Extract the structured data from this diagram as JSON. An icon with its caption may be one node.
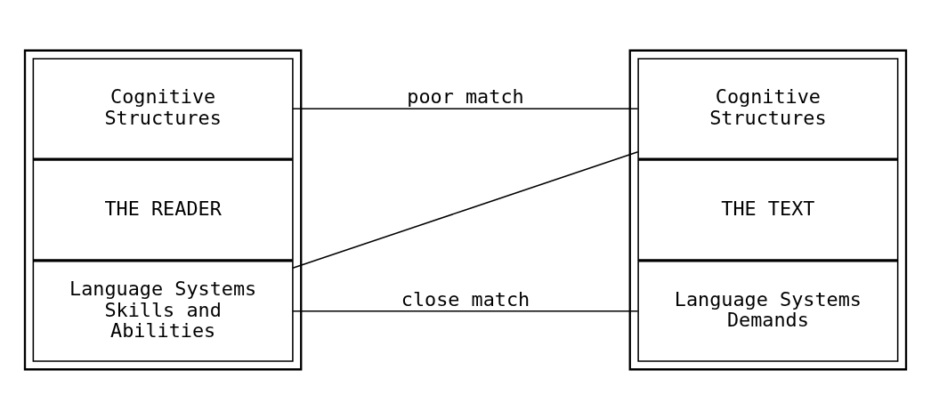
{
  "diagram": {
    "nodes": [
      {
        "text": [],
        "shape": "box"
      },
      {
        "text": [
          "Cognitive Structures"
        ],
        "in": 0
      },
      {
        "text": [
          "THE READER"
        ],
        "in": 0
      },
      {
        "text": [
          "Language Systems Skills and Abilities"
        ],
        "in": 0
      },
      {
        "text": [],
        "shape": "box"
      },
      {
        "text": [
          "Cognitive Structures"
        ],
        "in": 4
      },
      {
        "text": [
          "THE TEXT"
        ],
        "in": 4
      },
      {
        "text": [
          "Language Systems Demands"
        ],
        "in": 4
      }
    ],
    "edges": [
      {
        "from": 1,
        "to": 5,
        "arrow": "none",
        "label": "poor match"
      },
      {
        "from": 3,
        "to": 5,
        "arrow": "none"
      },
      {
        "from": 3,
        "to": 7,
        "arrow": "none",
        "label": "close match"
      }
    ]
  }
}
